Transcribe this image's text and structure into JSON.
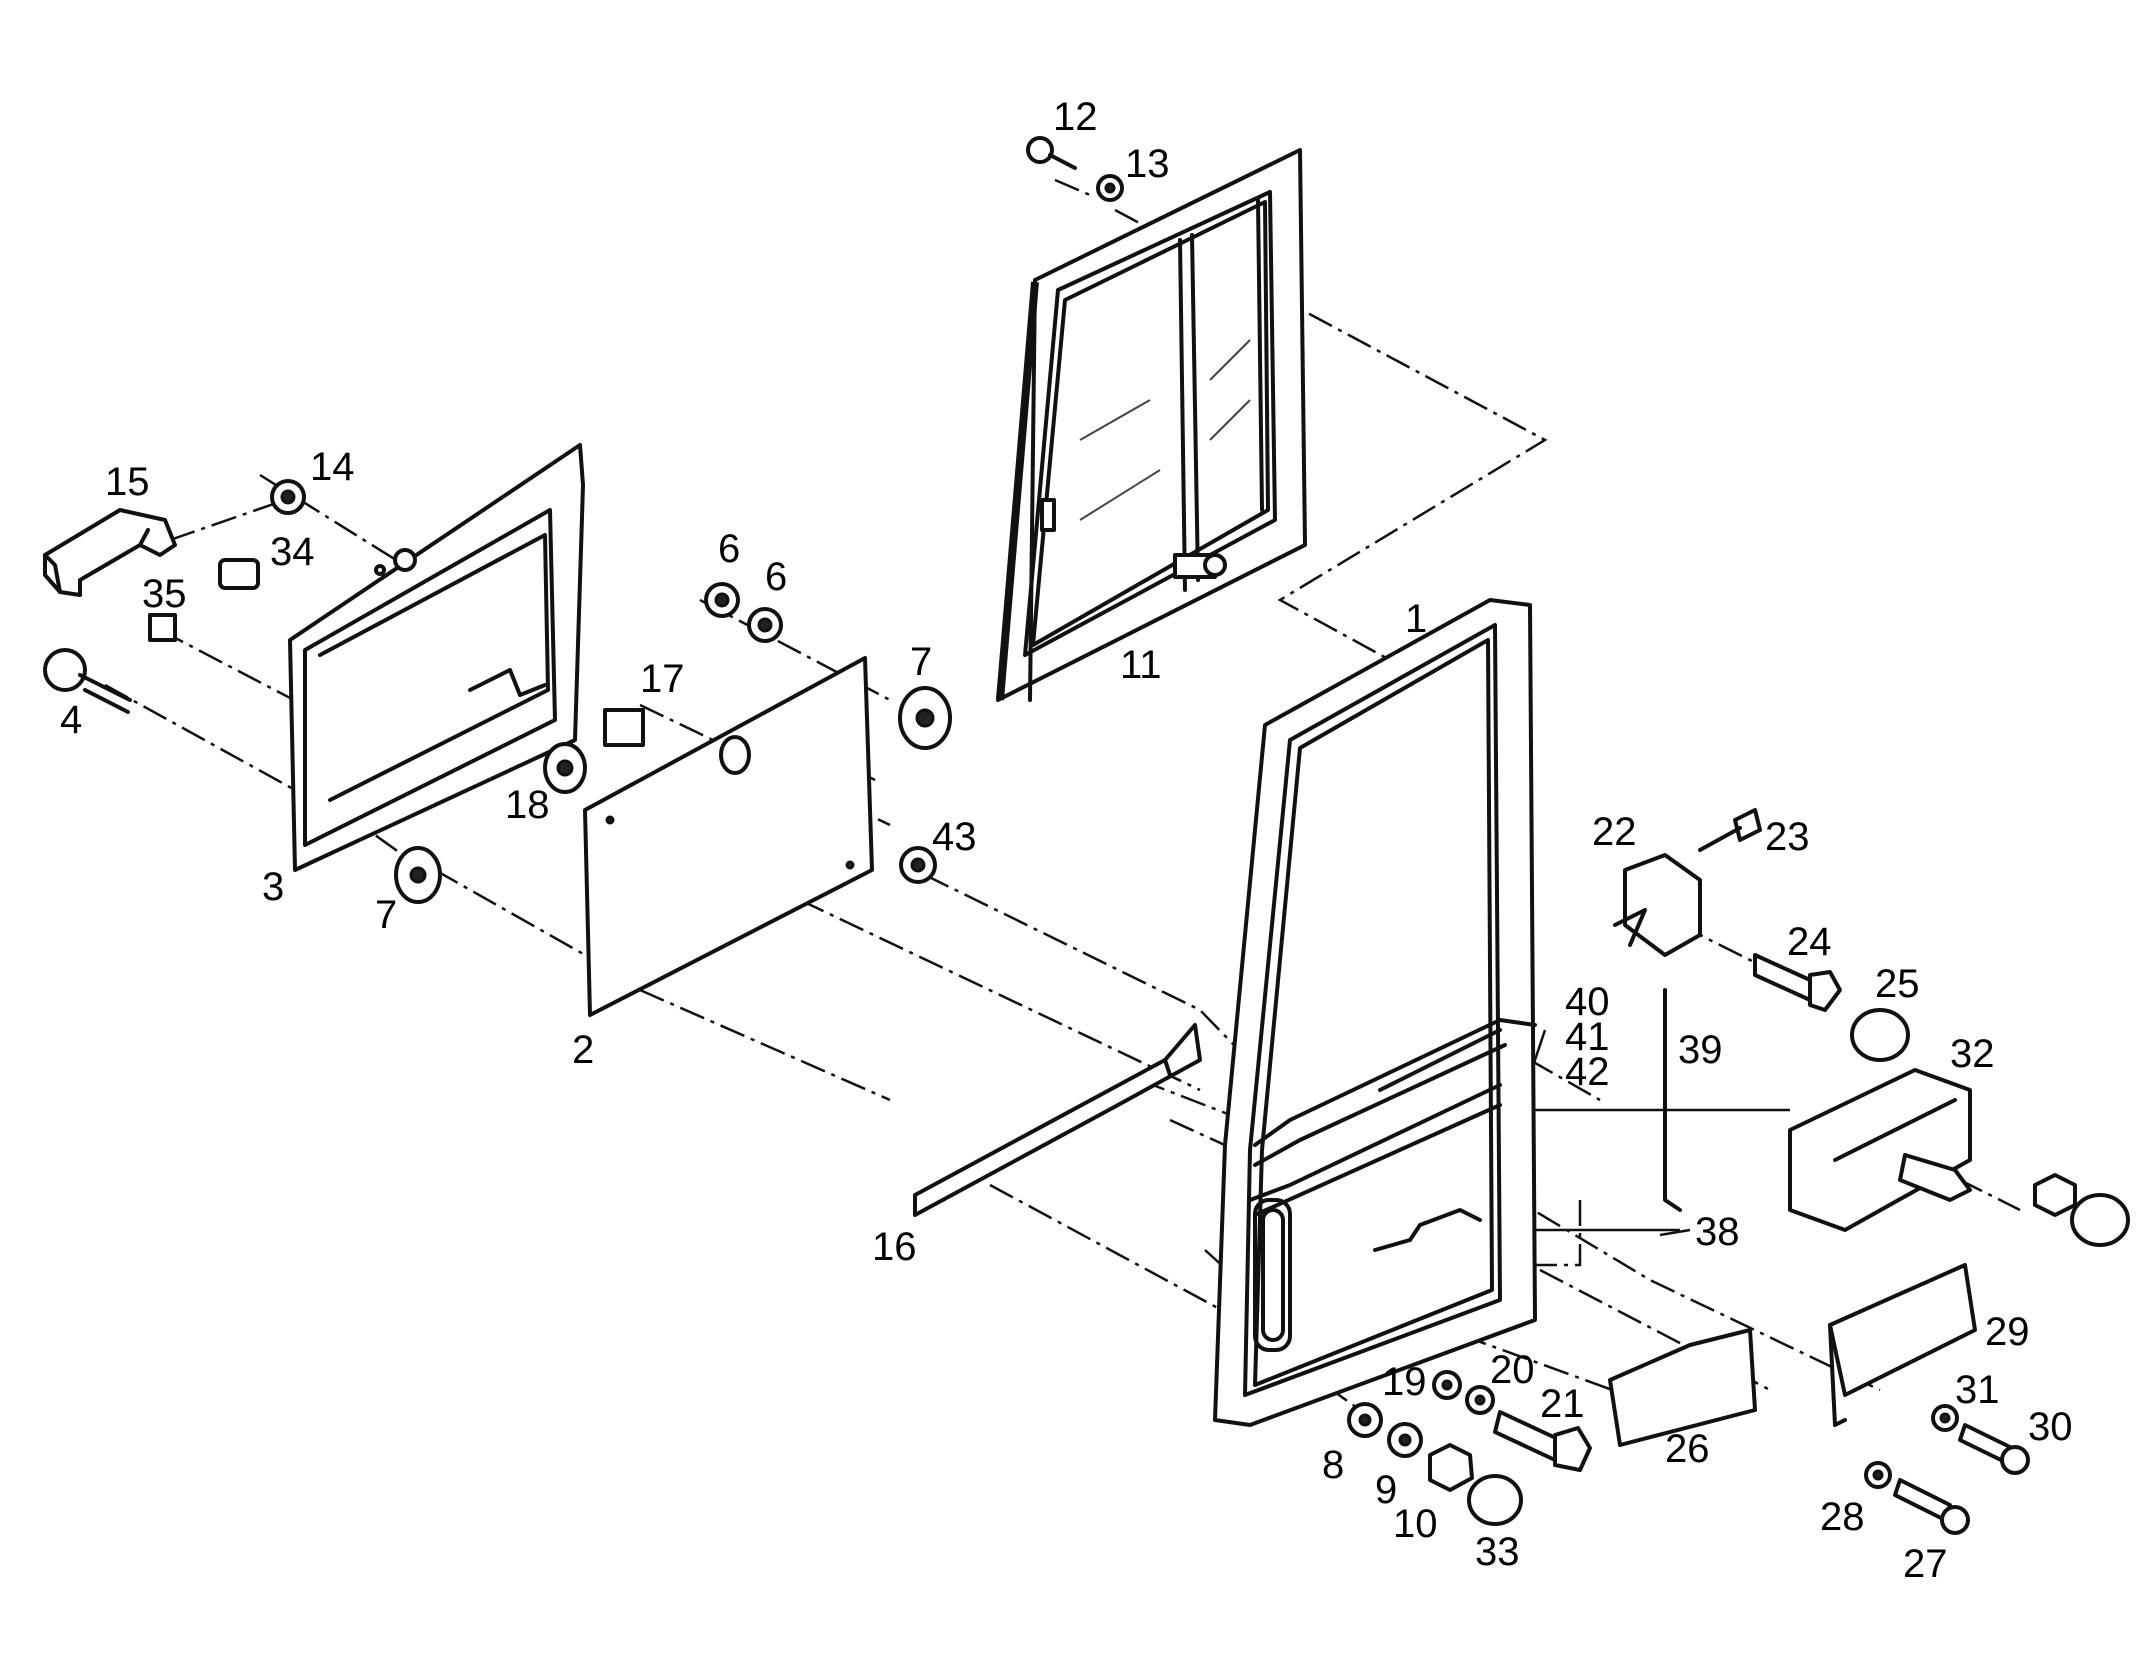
{
  "diagram": {
    "callouts": [
      {
        "id": "c1",
        "text": "1"
      },
      {
        "id": "c2",
        "text": "2"
      },
      {
        "id": "c3",
        "text": "3"
      },
      {
        "id": "c4",
        "text": "4"
      },
      {
        "id": "c6a",
        "text": "6"
      },
      {
        "id": "c6b",
        "text": "6"
      },
      {
        "id": "c7a",
        "text": "7"
      },
      {
        "id": "c7b",
        "text": "7"
      },
      {
        "id": "c8",
        "text": "8"
      },
      {
        "id": "c9",
        "text": "9"
      },
      {
        "id": "c10",
        "text": "10"
      },
      {
        "id": "c11",
        "text": "11"
      },
      {
        "id": "c12",
        "text": "12"
      },
      {
        "id": "c13",
        "text": "13"
      },
      {
        "id": "c14",
        "text": "14"
      },
      {
        "id": "c15",
        "text": "15"
      },
      {
        "id": "c16",
        "text": "16"
      },
      {
        "id": "c17",
        "text": "17"
      },
      {
        "id": "c18",
        "text": "18"
      },
      {
        "id": "c19",
        "text": "19"
      },
      {
        "id": "c20",
        "text": "20"
      },
      {
        "id": "c21",
        "text": "21"
      },
      {
        "id": "c22",
        "text": "22"
      },
      {
        "id": "c23",
        "text": "23"
      },
      {
        "id": "c24",
        "text": "24"
      },
      {
        "id": "c25",
        "text": "25"
      },
      {
        "id": "c26",
        "text": "26"
      },
      {
        "id": "c27",
        "text": "27"
      },
      {
        "id": "c28",
        "text": "28"
      },
      {
        "id": "c29",
        "text": "29"
      },
      {
        "id": "c30",
        "text": "30"
      },
      {
        "id": "c31",
        "text": "31"
      },
      {
        "id": "c32",
        "text": "32"
      },
      {
        "id": "c33",
        "text": "33"
      },
      {
        "id": "c34",
        "text": "34"
      },
      {
        "id": "c35",
        "text": "35"
      },
      {
        "id": "c38",
        "text": "38"
      },
      {
        "id": "c39",
        "text": "39"
      },
      {
        "id": "c40",
        "text": "40"
      },
      {
        "id": "c41",
        "text": "41"
      },
      {
        "id": "c42",
        "text": "42"
      },
      {
        "id": "c43",
        "text": "43"
      }
    ]
  }
}
